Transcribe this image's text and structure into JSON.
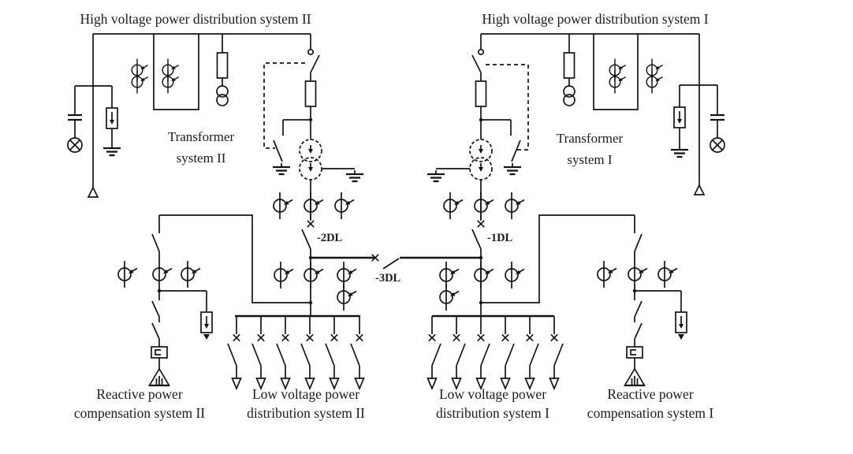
{
  "diagram": {
    "hv_system_ii": "High voltage power distribution system II",
    "hv_system_i": "High voltage power distribution system I",
    "transformer_ii": {
      "line1": "Transformer",
      "line2": "system II"
    },
    "transformer_i": {
      "line1": "Transformer",
      "line2": "system I"
    },
    "breakers": {
      "b2dl": "-2DL",
      "b1dl": "-1DL",
      "b3dl": "-3DL"
    },
    "reactive_ii": {
      "line1": "Reactive power",
      "line2": "compensation system II"
    },
    "lv_ii": {
      "line1": "Low voltage power",
      "line2": "distribution system II"
    },
    "lv_i": {
      "line1": "Low voltage power",
      "line2": "distribution system I"
    },
    "reactive_i": {
      "line1": "Reactive power",
      "line2": "compensation system I"
    },
    "symbols": {
      "current_transformer": "circle with through-line and arrow",
      "power_transformer": "two dashed circles with down arrows",
      "voltage_transformer": "two small overlapping circles",
      "fuse": "tall rectangle",
      "disconnect_switch": "slanted blade",
      "earth_ground": "three stacked bars",
      "surge_arrester": "rectangle with down arrow",
      "indicator_lamp": "circle with X",
      "capacitor": "parallel plates",
      "capacitor_bank": "hatched triangle",
      "feeder_outgoing": "open down arrow"
    },
    "colors": {
      "line": "#141414",
      "background": "#ffffff"
    }
  }
}
